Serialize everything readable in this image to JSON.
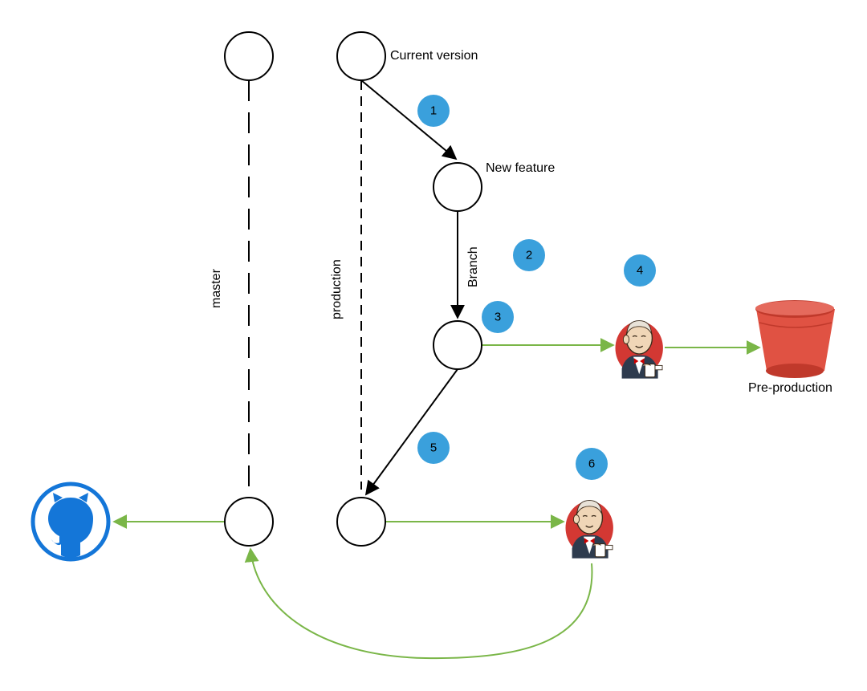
{
  "labels": {
    "current_version": "Current version",
    "new_feature": "New feature",
    "branch": "Branch",
    "master": "master",
    "production": "production",
    "pre_production": "Pre-production"
  },
  "badges": [
    "1",
    "2",
    "3",
    "4",
    "5",
    "6"
  ],
  "icons": {
    "github": "github-icon",
    "jenkins": "jenkins-icon",
    "bucket": "s3-bucket-icon"
  },
  "colors": {
    "badge": "#3aa0dc",
    "green_arrow": "#7ab648",
    "github_blue": "#1476d8",
    "bucket_red": "#e05243",
    "node_stroke": "#000000"
  }
}
